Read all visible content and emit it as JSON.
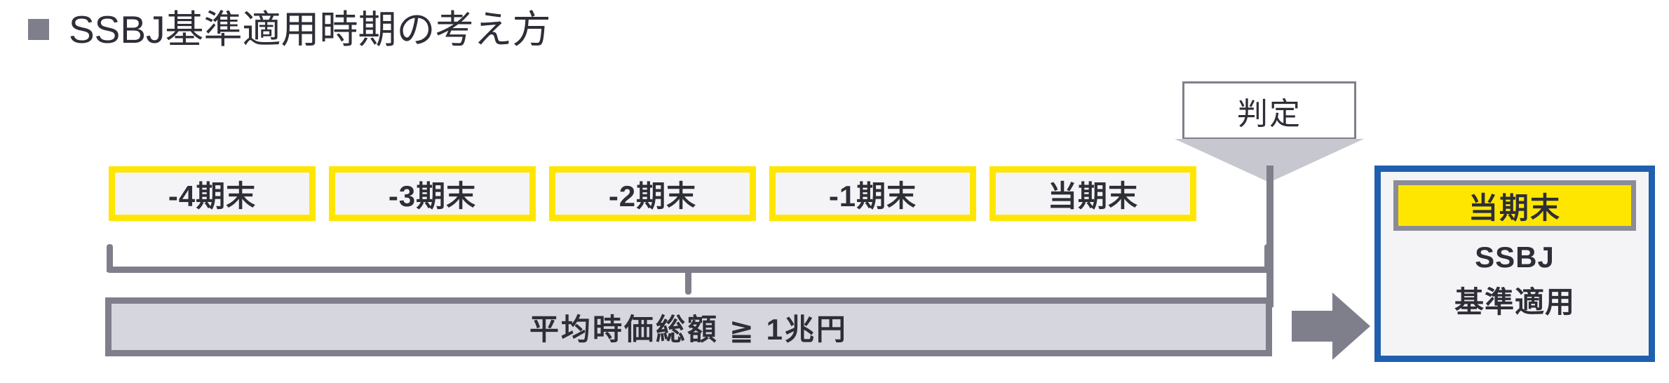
{
  "slide": {
    "title": "SSBJ基準適用時期の考え方",
    "bullet_icon": "square-bullet-icon",
    "background_color": "#FFFFFF"
  },
  "judgment_callout": {
    "label": "判定",
    "arrow_icon": "down-triangle-icon",
    "border_color": "#7F7F8C",
    "arrow_color": "#C7C7D0"
  },
  "timeline": {
    "periods": [
      {
        "label": "-4期末"
      },
      {
        "label": "-3期末"
      },
      {
        "label": "-2期末"
      },
      {
        "label": "-1期末"
      },
      {
        "label": "当期末"
      }
    ],
    "border_color": "#FFE600",
    "fill_color": "#F4F4F7"
  },
  "brace": {
    "icon": "horizontal-brace-icon",
    "color": "#7F7F8C"
  },
  "criteria_bar": {
    "label": "平均時価総額 ≧ 1兆円",
    "fill_color": "#D6D6DE",
    "border_color": "#7F7F8C"
  },
  "flow_arrow": {
    "icon": "right-block-arrow-icon",
    "color": "#7F7F8C"
  },
  "result": {
    "period_label": "当期末",
    "line1": "SSBJ",
    "line2": "基準適用",
    "border_color": "#1F5FAE",
    "highlight_color": "#FFE600",
    "fill_color": "#F4F4F7"
  }
}
